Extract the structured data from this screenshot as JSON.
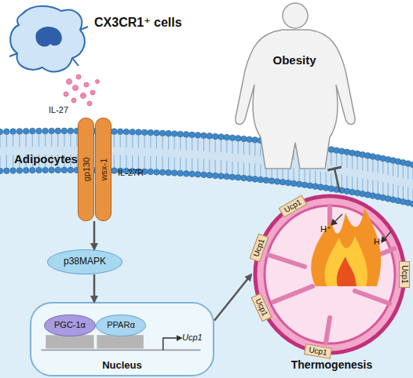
{
  "diagram": {
    "nodes": [
      {
        "text": [
          "CX3CR1⁺ cells"
        ]
      },
      {
        "text": [
          "Obesity"
        ]
      },
      {
        "text": [
          "Adipocytes"
        ]
      },
      {
        "text": [
          "gp130"
        ],
        "in": 2
      },
      {
        "text": [
          "wsx-1"
        ],
        "in": 2
      },
      {
        "text": [
          "p38MAPK"
        ],
        "in": 2
      },
      {
        "text": [
          "Nucleus"
        ],
        "in": 2
      },
      {
        "text": [
          "PGC-1α"
        ],
        "in": 6
      },
      {
        "text": [
          "PPARα"
        ],
        "in": 6
      },
      {
        "text": [
          "Thermogenesis"
        ],
        "in": 2
      },
      {
        "text": [
          "Ucp1"
        ],
        "in": 9
      },
      {
        "text": [
          "Ucp1"
        ],
        "in": 9
      },
      {
        "text": [
          "Ucp1"
        ],
        "in": 9
      },
      {
        "text": [
          "Ucp1"
        ],
        "in": 9
      },
      {
        "text": [
          "Ucp1"
        ],
        "in": 9
      }
    ],
    "edges": [
      {
        "from": 3,
        "to": 5,
        "arrow": "to"
      },
      {
        "from": 5,
        "to": 6,
        "arrow": "to"
      },
      {
        "from": 6,
        "to": 9,
        "arrow": "to"
      },
      {
        "from": 9,
        "to": 1,
        "arrow": "to"
      }
    ],
    "labels": [
      "IL-27",
      "IL-27R",
      "Ucp1",
      "H⁺",
      "H⁺"
    ]
  }
}
